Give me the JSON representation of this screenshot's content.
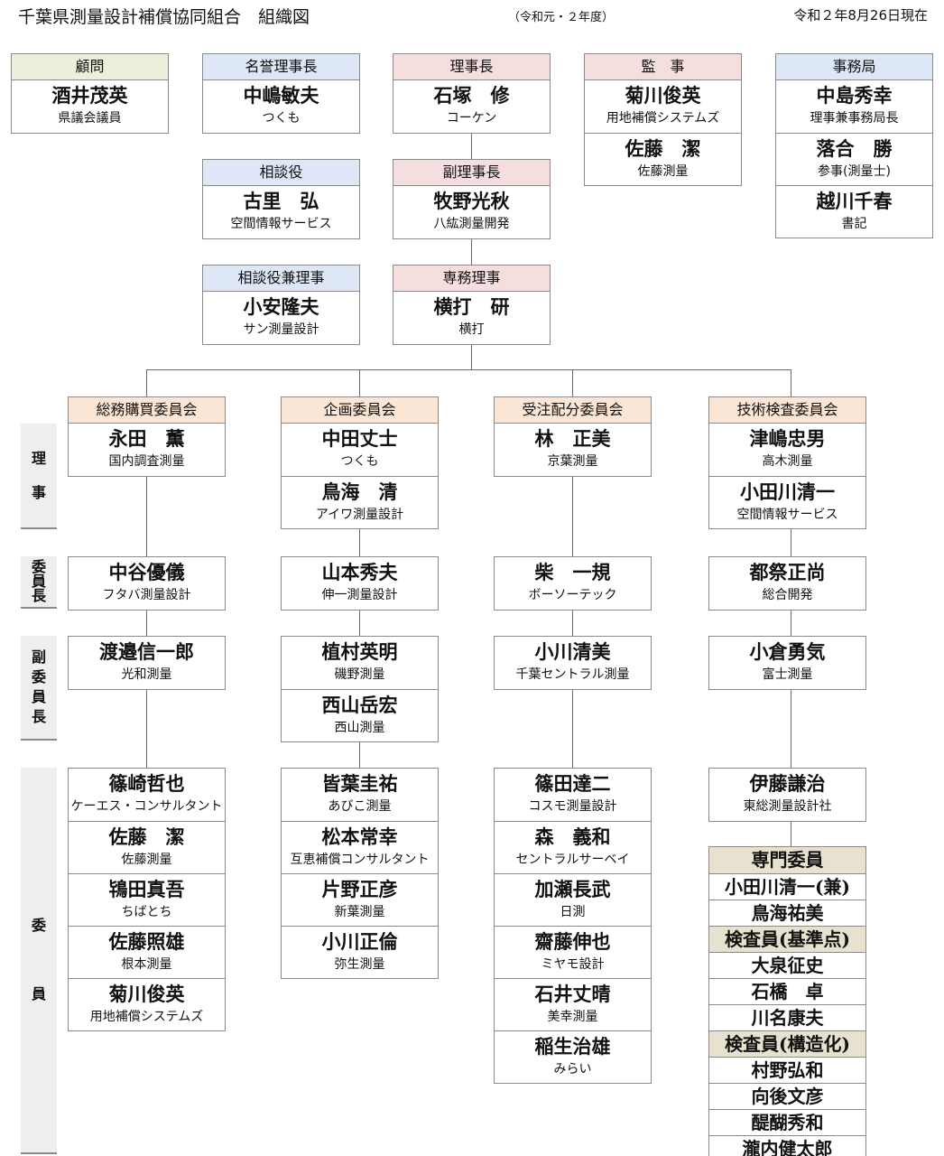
{
  "header": {
    "title": "千葉県測量設計補償協同組合　組織図",
    "fiscal_year": "（令和元・２年度）",
    "date": "令和２年8月26日現在"
  },
  "advisor": {
    "role": "顧問",
    "members": [
      {
        "name": "酒井茂英",
        "org": "県議会議員"
      }
    ]
  },
  "honorary_chair": {
    "role": "名誉理事長",
    "members": [
      {
        "name": "中嶋敏夫",
        "org": "つくも"
      }
    ]
  },
  "chair": {
    "role": "理事長",
    "members": [
      {
        "name": "石塚　修",
        "org": "コーケン"
      }
    ]
  },
  "auditors": {
    "role": "監　事",
    "members": [
      {
        "name": "菊川俊英",
        "org": "用地補償システムズ"
      },
      {
        "name": "佐藤　潔",
        "org": "佐藤測量"
      }
    ]
  },
  "secretariat": {
    "role": "事務局",
    "members": [
      {
        "name": "中島秀幸",
        "org": "理事兼事務局長"
      },
      {
        "name": "落合　勝",
        "org": "参事(測量士)"
      },
      {
        "name": "越川千春",
        "org": "書記"
      }
    ]
  },
  "consultant": {
    "role": "相談役",
    "members": [
      {
        "name": "古里　弘",
        "org": "空間情報サービス"
      }
    ]
  },
  "vice_chair": {
    "role": "副理事長",
    "members": [
      {
        "name": "牧野光秋",
        "org": "八紘測量開発"
      }
    ]
  },
  "consultant_director": {
    "role": "相談役兼理事",
    "members": [
      {
        "name": "小安隆夫",
        "org": "サン測量設計"
      }
    ]
  },
  "managing_director": {
    "role": "専務理事",
    "members": [
      {
        "name": "横打　研",
        "org": "横打"
      }
    ]
  },
  "row_labels": {
    "directors": [
      "理",
      "事"
    ],
    "chairperson": [
      "委",
      "員",
      "長"
    ],
    "vice_chairperson": [
      "副",
      "委",
      "員",
      "長"
    ],
    "members": [
      "委",
      "員"
    ]
  },
  "committees": [
    {
      "name": "総務購買委員会",
      "directors": [
        {
          "name": "永田　薫",
          "org": "国内調査測量"
        }
      ],
      "chair": [
        {
          "name": "中谷優儀",
          "org": "フタバ測量設計"
        }
      ],
      "vice": [
        {
          "name": "渡邉信一郎",
          "org": "光和測量"
        }
      ],
      "members": [
        {
          "name": "篠崎哲也",
          "org": "ケーエス・コンサルタント"
        },
        {
          "name": "佐藤　潔",
          "org": "佐藤測量"
        },
        {
          "name": "鴇田真吾",
          "org": "ちばとち"
        },
        {
          "name": "佐藤照雄",
          "org": "根本測量"
        },
        {
          "name": "菊川俊英",
          "org": "用地補償システムズ"
        }
      ]
    },
    {
      "name": "企画委員会",
      "directors": [
        {
          "name": "中田丈士",
          "org": "つくも"
        },
        {
          "name": "鳥海　清",
          "org": "アイワ測量設計"
        }
      ],
      "chair": [
        {
          "name": "山本秀夫",
          "org": "伸一測量設計"
        }
      ],
      "vice": [
        {
          "name": "植村英明",
          "org": "磯野測量"
        },
        {
          "name": "西山岳宏",
          "org": "西山測量"
        }
      ],
      "members": [
        {
          "name": "皆葉圭祐",
          "org": "あびこ測量"
        },
        {
          "name": "松本常幸",
          "org": "互恵補償コンサルタント"
        },
        {
          "name": "片野正彦",
          "org": "新葉測量"
        },
        {
          "name": "小川正倫",
          "org": "弥生測量"
        }
      ]
    },
    {
      "name": "受注配分委員会",
      "directors": [
        {
          "name": "林　正美",
          "org": "京葉測量"
        }
      ],
      "chair": [
        {
          "name": "柴　一規",
          "org": "ボーソーテック"
        }
      ],
      "vice": [
        {
          "name": "小川清美",
          "org": "千葉セントラル測量"
        }
      ],
      "members": [
        {
          "name": "篠田達二",
          "org": "コスモ測量設計"
        },
        {
          "name": "森　義和",
          "org": "セントラルサーベイ"
        },
        {
          "name": "加瀬長武",
          "org": "日測"
        },
        {
          "name": "齋藤伸也",
          "org": "ミヤモ設計"
        },
        {
          "name": "石井丈晴",
          "org": "美幸測量"
        },
        {
          "name": "稲生治雄",
          "org": "みらい"
        }
      ]
    },
    {
      "name": "技術検査委員会",
      "directors": [
        {
          "name": "津嶋忠男",
          "org": "高木測量"
        },
        {
          "name": "小田川清一",
          "org": "空間情報サービス"
        }
      ],
      "chair": [
        {
          "name": "都祭正尚",
          "org": "総合開発"
        }
      ],
      "vice": [
        {
          "name": "小倉勇気",
          "org": "富士測量"
        }
      ],
      "members": [
        {
          "name": "伊藤謙治",
          "org": "東総測量設計社"
        }
      ]
    }
  ],
  "specialists": [
    {
      "text": "専門委員",
      "heading": true
    },
    {
      "text": "小田川清一(兼)",
      "heading": false
    },
    {
      "text": "鳥海祐美",
      "heading": false
    },
    {
      "text": "検査員(基準点)",
      "heading": true
    },
    {
      "text": "大泉征史",
      "heading": false
    },
    {
      "text": "石橋　卓",
      "heading": false
    },
    {
      "text": "川名康夫",
      "heading": false
    },
    {
      "text": "検査員(構造化)",
      "heading": true
    },
    {
      "text": "村野弘和",
      "heading": false
    },
    {
      "text": "向後文彦",
      "heading": false
    },
    {
      "text": "醍醐秀和",
      "heading": false
    },
    {
      "text": "瀧内健太郎",
      "heading": false
    }
  ]
}
